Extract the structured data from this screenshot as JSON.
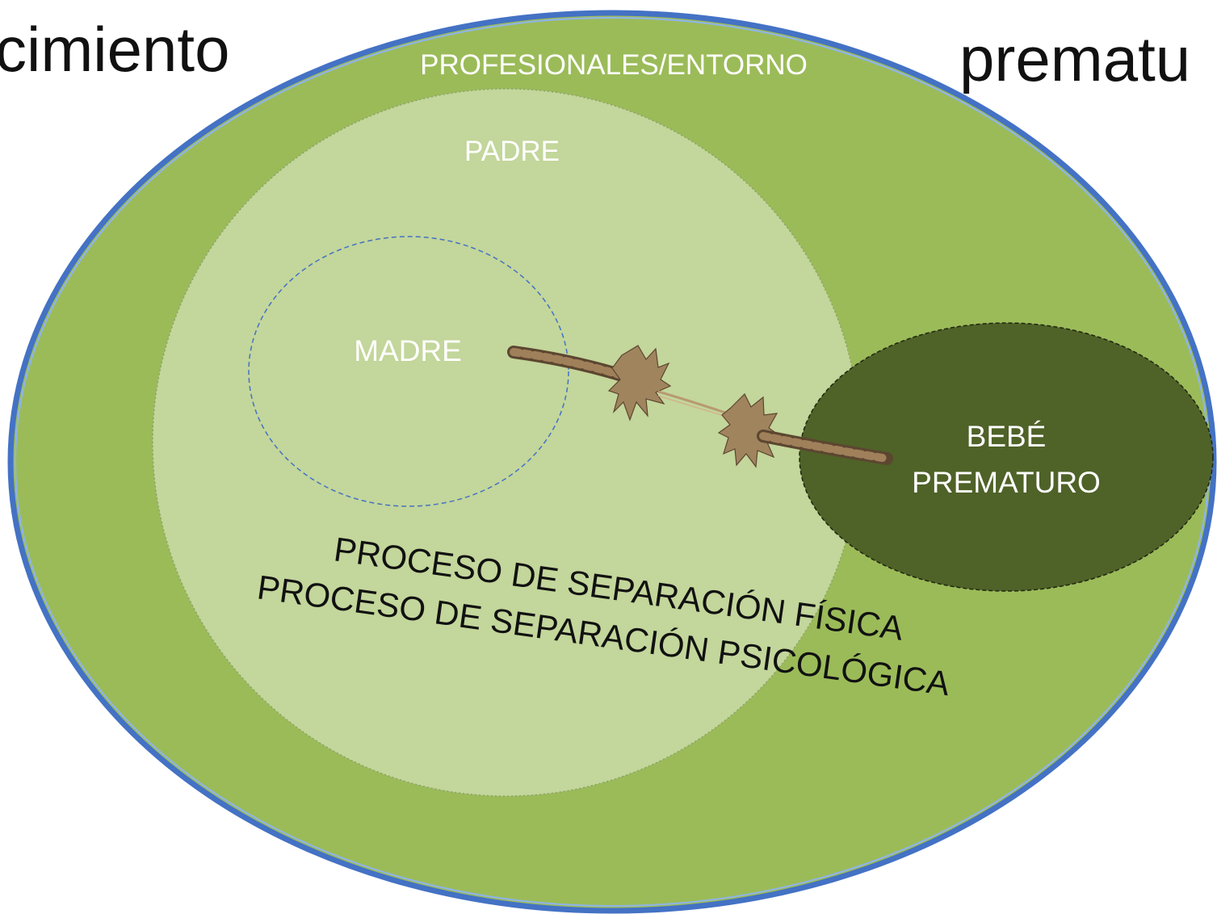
{
  "slide": {
    "title_left": "cimiento",
    "title_right": "prematu"
  },
  "diagram": {
    "outer_label": "PROFESIONALES/ENTORNO",
    "father_label": "PADRE",
    "mother_label": "MADRE",
    "baby_label_line1": "BEBÉ",
    "baby_label_line2": "PREMATURO",
    "process_physical": "PROCESO DE SEPARACIÓN FÍSICA",
    "process_psychological": "PROCESO DE SEPARACIÓN PSICOLÓGICA"
  },
  "colors": {
    "outer_fill": "#9bbb59",
    "outer_stroke": "#4472c4",
    "father_fill": "#c3d69b",
    "baby_fill": "#4f6228",
    "rope": "#8b6b47",
    "rope_dark": "#5c4630"
  },
  "icons": {
    "rope": "frayed-rope-icon"
  }
}
